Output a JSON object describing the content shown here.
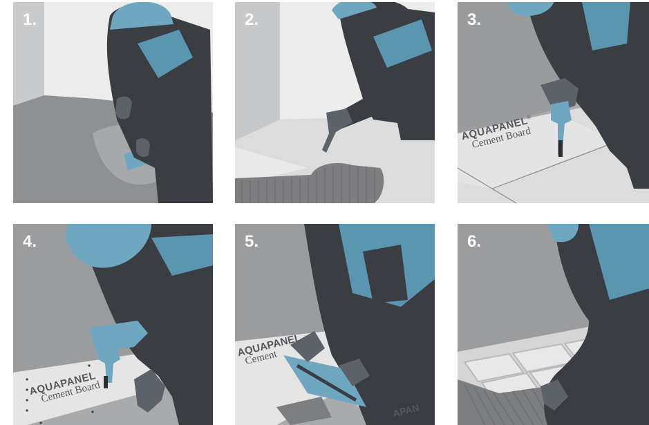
{
  "steps": [
    {
      "number": "1."
    },
    {
      "number": "2."
    },
    {
      "number": "3.",
      "board_brand": "AQUAPANEL",
      "board_reg": "®",
      "board_type": "Cement Board"
    },
    {
      "number": "4.",
      "board_brand": "AQUAPANEL",
      "board_type": "Cement Board"
    },
    {
      "number": "5.",
      "board_brand": "AQUAPANEL",
      "board_type": "Cement",
      "board_brand_2": "APAN"
    },
    {
      "number": "6."
    }
  ],
  "colors": {
    "worker_dark": "#3a3d42",
    "vest_blue": "#5b96b0",
    "helmet_blue": "#6fa7c0",
    "floor_grey": "#8c8d8f",
    "wall_light": "#e6e6e6",
    "board_white": "#e3e3e3"
  }
}
